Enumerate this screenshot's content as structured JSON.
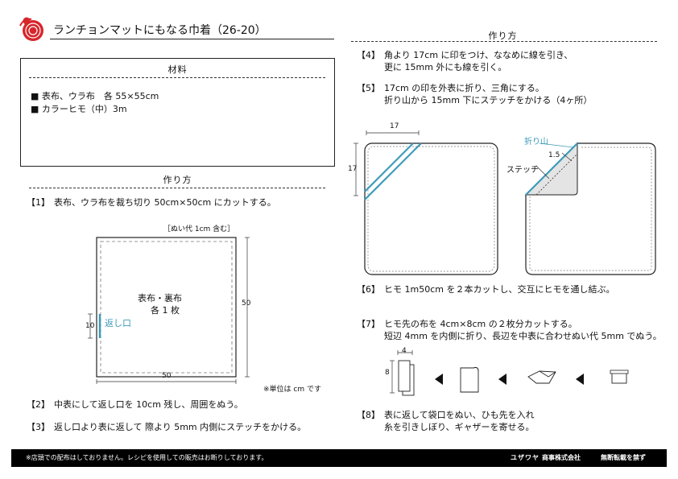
{
  "header": {
    "title": "ランチョンマットにもなる巾着（26-20）"
  },
  "materials": {
    "heading": "材料",
    "items": [
      "■  表布、ウラ布　各 55×55cm",
      "■  カラーヒモ（中）3m"
    ]
  },
  "method_left": {
    "heading": "作り方",
    "steps": [
      {
        "num": "【1】",
        "lines": [
          "表布、ウラ布を裁ち切り 50cm×50cm にカットする。"
        ]
      },
      {
        "num": "【2】",
        "lines": [
          "中表にして返し口を 10cm 残し、周囲をぬう。"
        ]
      },
      {
        "num": "【3】",
        "lines": [
          "返し口より表に返して 際より 5mm 内側にステッチをかける。"
        ]
      }
    ]
  },
  "diagram1": {
    "seam_note": "［ぬい代 1cm 含む］",
    "label_line1": "表布・裏布",
    "label_line2": "各 1 枚",
    "opening_label": "返し口",
    "opening_dim": "10",
    "height_dim": "50",
    "width_dim": "50",
    "unit_note": "※単位は cm です"
  },
  "method_right": {
    "heading": "作り方",
    "steps": [
      {
        "num": "【4】",
        "lines": [
          "角より 17cm に印をつけ、ななめに線を引き、",
          "更に 15mm 外にも線を引く。"
        ]
      },
      {
        "num": "【5】",
        "lines": [
          "17cm の印を外表に折り、三角にする。",
          "折り山から 15mm 下にステッチをかける（4ヶ所）"
        ]
      },
      {
        "num": "【6】",
        "lines": [
          "ヒモ 1m50cm を２本カットし、交互にヒモを通し結ぶ。"
        ]
      },
      {
        "num": "【7】",
        "lines": [
          "ヒモ先の布を 4cm×8cm の２枚分カットする。",
          "短辺 4mm を内側に折り、長辺を中表に合わせぬい代 5mm でぬう。"
        ]
      },
      {
        "num": "【8】",
        "lines": [
          "表に返して袋口をぬい、ひも先を入れ",
          "糸を引きしぼり、ギャザーを寄せる。"
        ]
      }
    ]
  },
  "diagram2": {
    "top_dim": "17",
    "side_dim": "17",
    "fold_label": "折り山",
    "stitch_label": "ステッチ",
    "fold_dim": "1.5"
  },
  "diagram3": {
    "width_dim": "4",
    "height_dim": "8"
  },
  "footer": {
    "notice": "※店頭での配布はしておりません。レシピを使用しての販売はお断りしております。",
    "company_mark": "ユザワヤ",
    "company": "商事株式会社",
    "copyright": "無断転載を禁ず"
  },
  "colors": {
    "accent_blue": "#3c9bb8",
    "logo_red": "#d7262b"
  }
}
